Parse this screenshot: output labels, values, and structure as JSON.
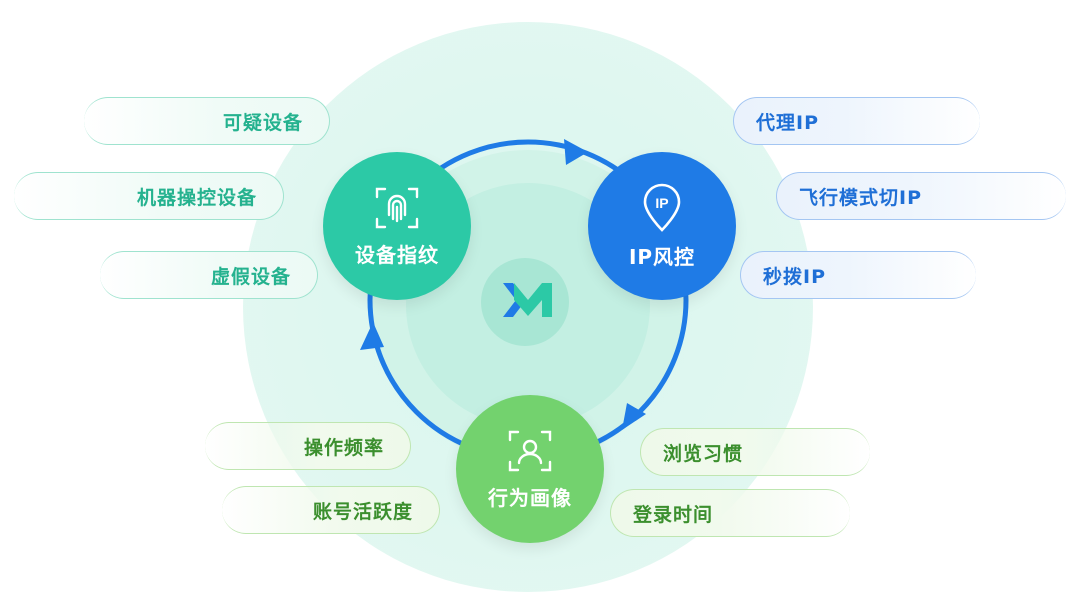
{
  "colors": {
    "device": "#2cc9a6",
    "ip": "#1f7be6",
    "behavior": "#73d26e",
    "ring": "#1f7be6"
  },
  "center_logo": {
    "icon": "m-logo-icon"
  },
  "nodes": {
    "device": {
      "label": "设备指纹",
      "icon": "fingerprint-icon"
    },
    "ip": {
      "label": "IP风控",
      "icon": "location-pin-ip-icon",
      "icon_text": "IP"
    },
    "behavior": {
      "label": "行为画像",
      "icon": "face-scan-icon"
    }
  },
  "device_tags": [
    "可疑设备",
    "机器操控设备",
    "虚假设备"
  ],
  "ip_tags": [
    "代理IP",
    "飞行模式切IP",
    "秒拨IP"
  ],
  "behavior_tags_left": [
    "操作频率",
    "账号活跃度"
  ],
  "behavior_tags_right": [
    "浏览习惯",
    "登录时间"
  ]
}
